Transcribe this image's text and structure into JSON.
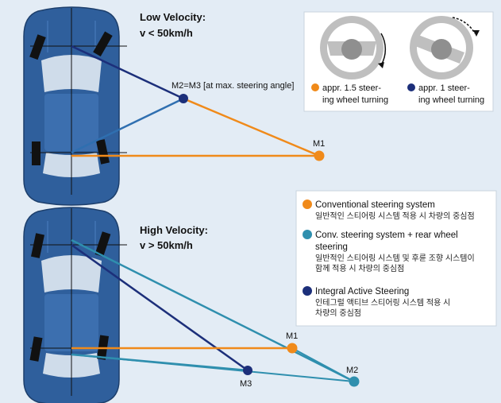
{
  "low": {
    "title": "Low Velocity:",
    "condition": "v < 50km/h",
    "point_m2m3": "M2=M3 [at max. steering angle]",
    "point_m1": "M1"
  },
  "high": {
    "title": "High Velocity:",
    "condition": "v > 50km/h",
    "point_m1": "M1",
    "point_m2": "M2",
    "point_m3": "M3"
  },
  "wheels": {
    "left": {
      "line1": "appr. 1.5 steer-",
      "line2": "ing wheel turning"
    },
    "right": {
      "line1": "appr. 1 steer-",
      "line2": "ing wheel turning"
    }
  },
  "legend": {
    "items": [
      {
        "title_lines": [
          "Conventional steering system"
        ],
        "korean_lines": [
          "일반적인 스티어링 시스템 적용 시 차량의 중심점"
        ]
      },
      {
        "title_lines": [
          "Conv. steering system + rear wheel",
          "steering"
        ],
        "korean_lines": [
          "일반적인 스티어링 시스템 및 후륜 조향 시스템이",
          "함께 적용 시 차량의 중심점"
        ]
      },
      {
        "title_lines": [
          "Integral Active Steering"
        ],
        "korean_lines": [
          "인테그럴 액티브 스티어링 시스템 적용 시",
          "차량의 중심점"
        ]
      }
    ]
  },
  "colors": {
    "orange": "#f08a1a",
    "teal": "#2f8fae",
    "navy": "#1c2f7a",
    "car_body": "#2f5f9c",
    "background": "#e3ecf5"
  }
}
